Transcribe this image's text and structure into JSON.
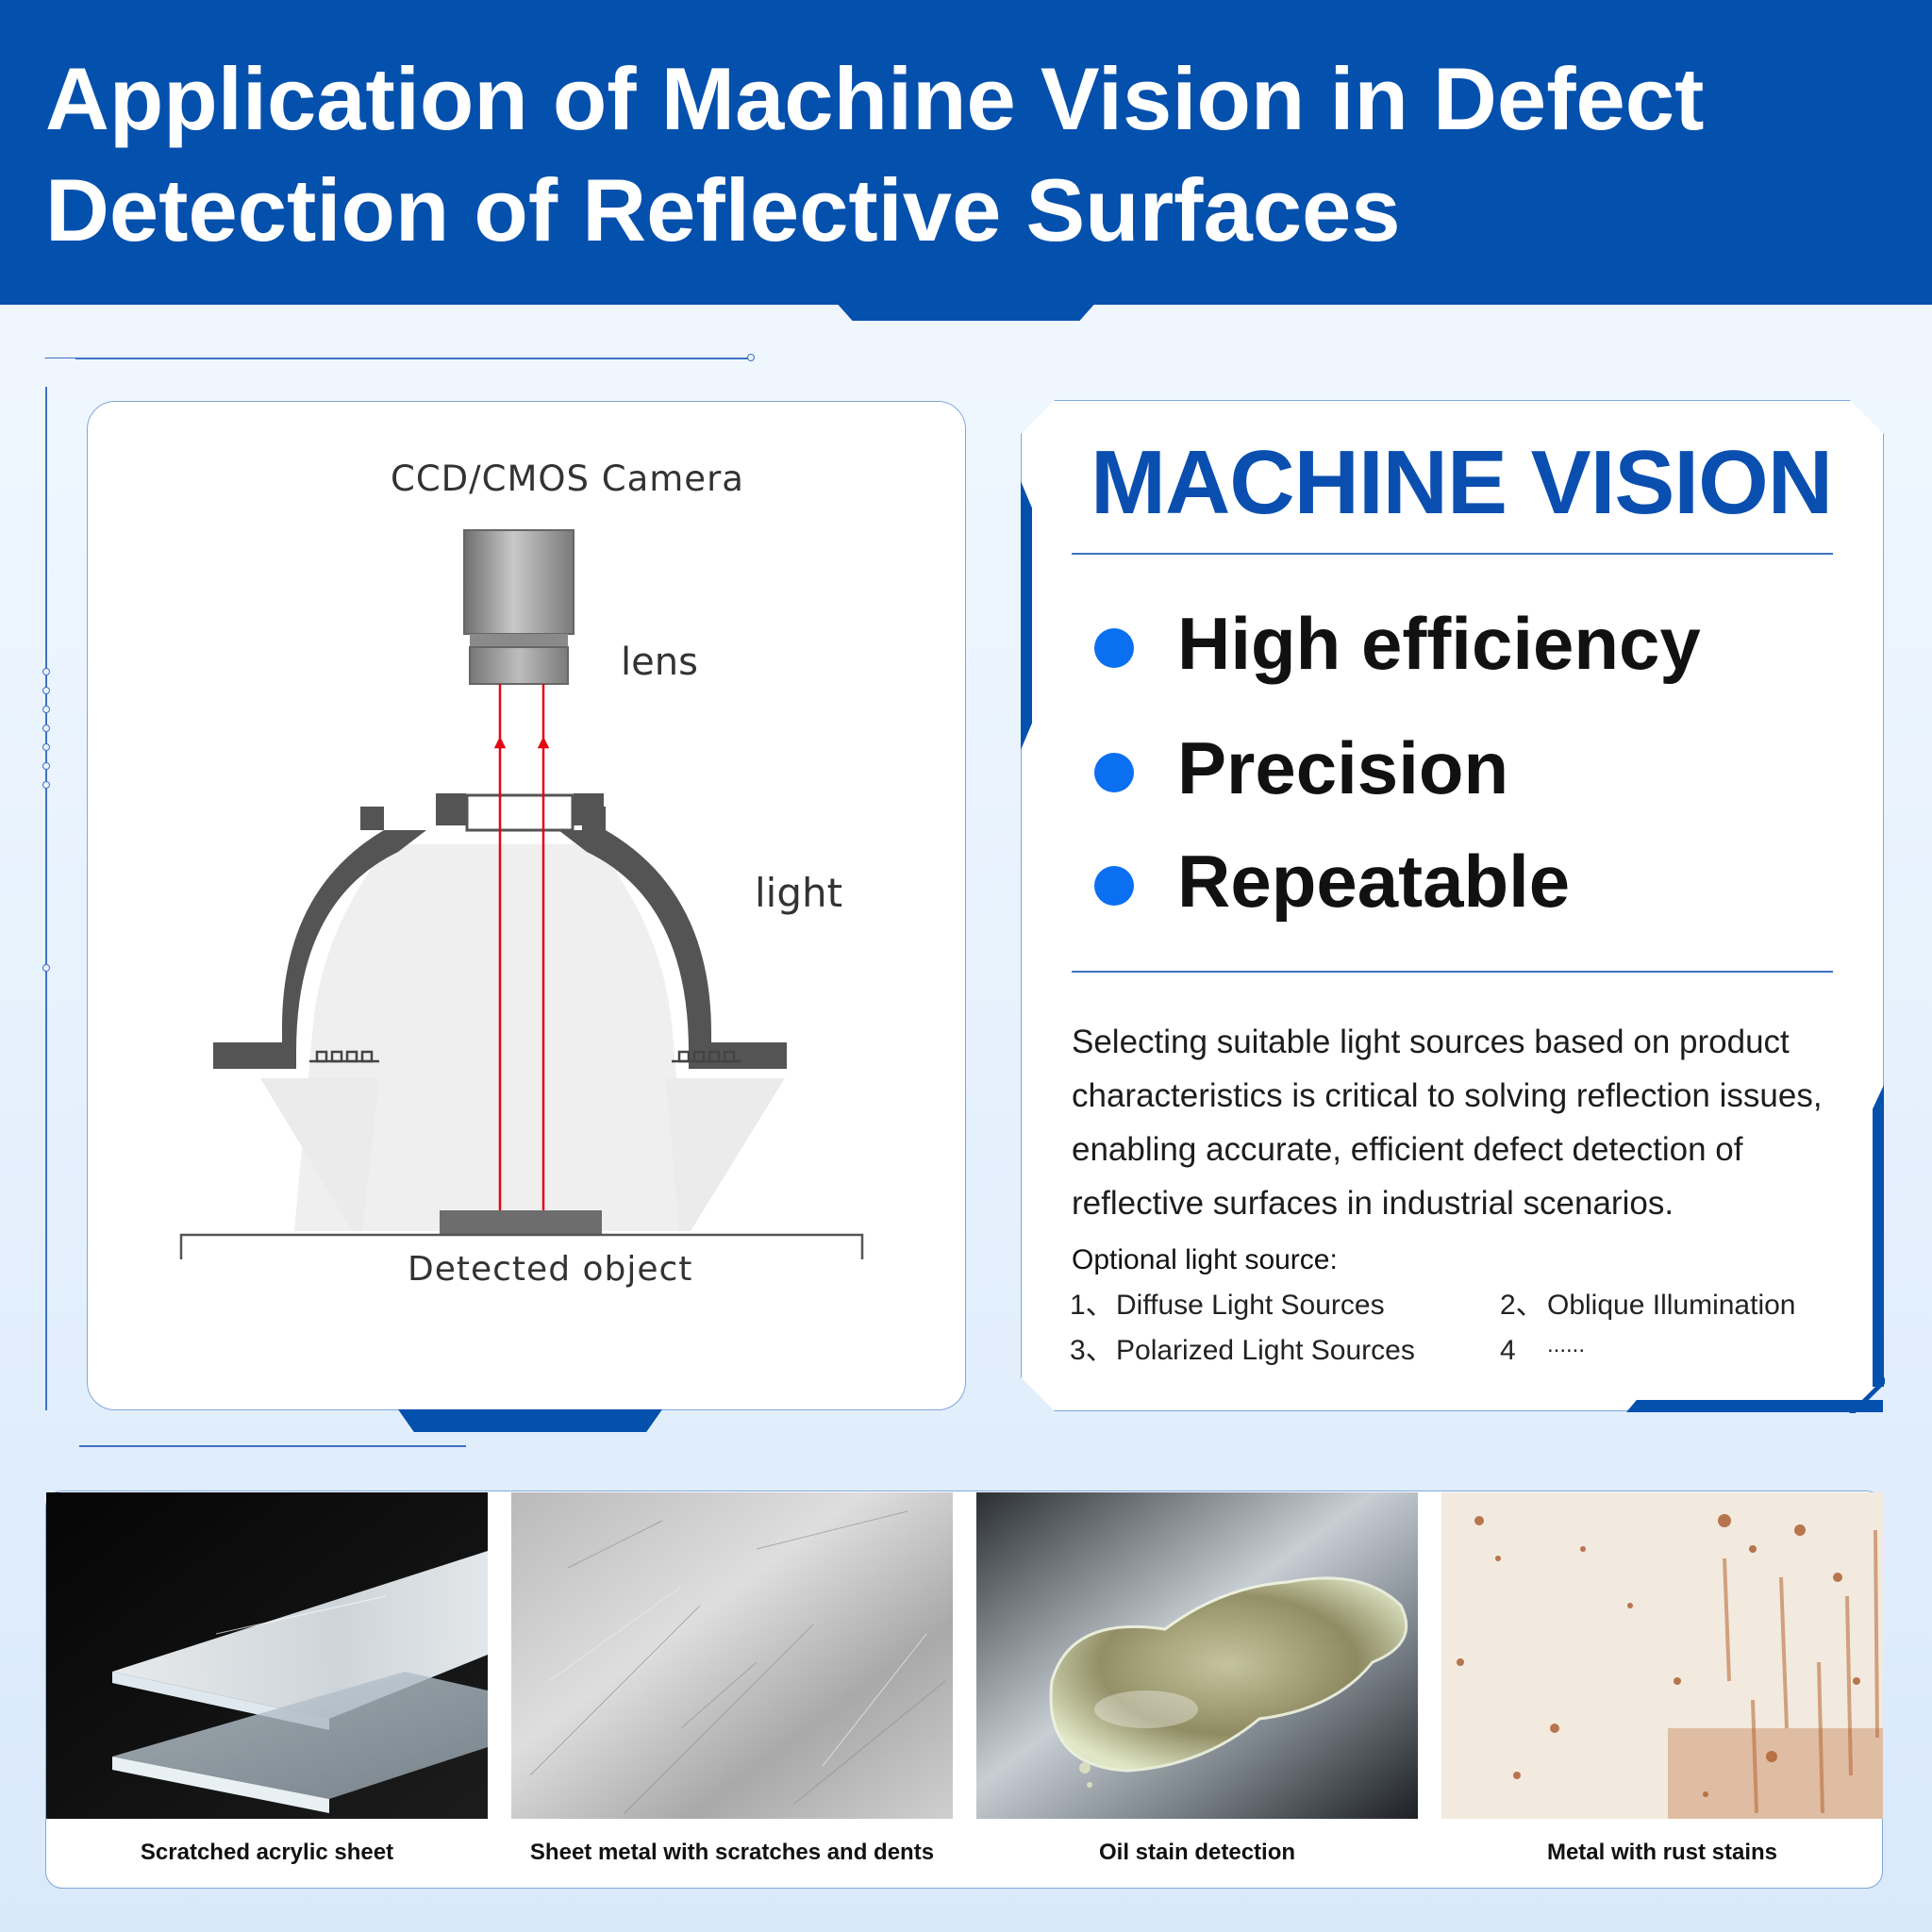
{
  "page": {
    "title_line1": "Application of Machine Vision in Defect",
    "title_line2": "Detection of Reflective Surfaces"
  },
  "diagram": {
    "camera_label": "CCD/CMOS Camera",
    "lens_label": "lens",
    "light_label": "light",
    "object_label": "Detected object",
    "colors": {
      "ray": "#e30613",
      "housing": "#545454",
      "camera": "#8c8c8c"
    }
  },
  "machine_vision": {
    "title": "MACHINE VISION",
    "features": [
      "High efficiency",
      "Precision",
      "Repeatable"
    ],
    "description": "Selecting suitable light sources based on product characteristics is critical to solving reflection issues, enabling accurate, efficient defect detection of reflective surfaces in industrial scenarios.",
    "optional_label": "Optional light source:",
    "options": [
      {
        "num": "1、",
        "text": "Diffuse Light Sources"
      },
      {
        "num": "2、",
        "text": "Oblique Illumination"
      },
      {
        "num": "3、",
        "text": "Polarized Light Sources"
      },
      {
        "num": "4",
        "text": "......"
      }
    ]
  },
  "samples": [
    {
      "caption": "Scratched acrylic sheet"
    },
    {
      "caption": "Sheet metal with scratches and dents"
    },
    {
      "caption": "Oil stain detection"
    },
    {
      "caption": "Metal with rust stains"
    }
  ],
  "colors": {
    "brand_blue": "#0450ad",
    "accent_blue": "#0a6ff0"
  }
}
